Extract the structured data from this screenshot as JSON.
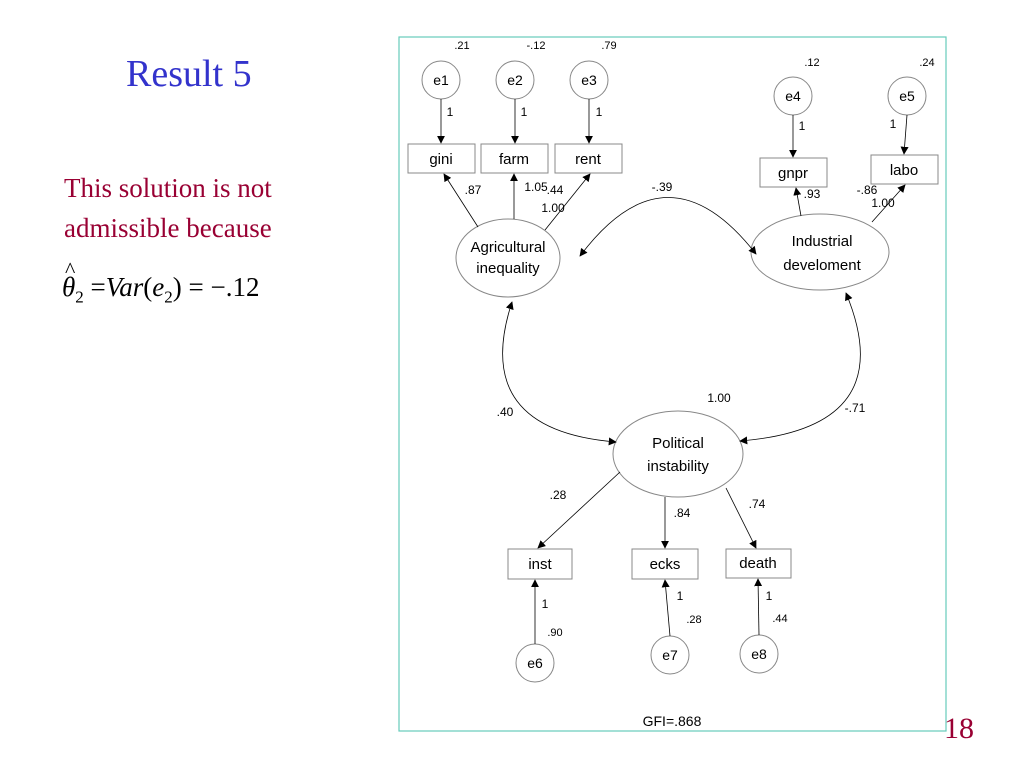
{
  "slide": {
    "title": "Result 5",
    "body_line1": "This solution is not",
    "body_line2": "admissible because",
    "formula": {
      "theta": "θ",
      "theta_sub": "2",
      "equals1": " =",
      "var": "Var",
      "open": "(",
      "e": "e",
      "e_sub": "2",
      "close": ")",
      "equals2": " = −.12"
    },
    "page_number": "18"
  },
  "diagram": {
    "frame_color": "#66ccbb",
    "errors": {
      "e1": {
        "label": "e1",
        "variance": ".21",
        "path": "1"
      },
      "e2": {
        "label": "e2",
        "variance": "-.12",
        "path": "1"
      },
      "e3": {
        "label": "e3",
        "variance": ".79",
        "path": "1"
      },
      "e4": {
        "label": "e4",
        "variance": ".12",
        "path": "1"
      },
      "e5": {
        "label": "e5",
        "variance": ".24",
        "path": "1"
      },
      "e6": {
        "label": "e6",
        "variance": ".90",
        "path": "1"
      },
      "e7": {
        "label": "e7",
        "variance": ".28",
        "path": "1"
      },
      "e8": {
        "label": "e8",
        "variance": ".44",
        "path": "1"
      }
    },
    "indicators": {
      "gini": "gini",
      "farm": "farm",
      "rent": "rent",
      "gnpr": "gnpr",
      "labo": "labo",
      "inst": "inst",
      "ecks": "ecks",
      "death": "death"
    },
    "factors": {
      "agri_line1": "Agricultural",
      "agri_line2": "inequality",
      "ind_line1": "Industrial",
      "ind_line2": "develoment",
      "pol_line1": "Political",
      "pol_line2": "instability"
    },
    "loadings": {
      "gini": ".87",
      "farm": "1.05",
      "rent": ".44",
      "gnpr": ".93",
      "labo": "-.86",
      "inst": ".28",
      "ecks": ".84",
      "death": ".74"
    },
    "factor_variances": {
      "agri": "1.00",
      "ind": "1.00",
      "pol": "1.00"
    },
    "correlations": {
      "agri_ind": "-.39",
      "agri_pol": ".40",
      "ind_pol": "-.71"
    },
    "gfi": "GFI=.868"
  }
}
